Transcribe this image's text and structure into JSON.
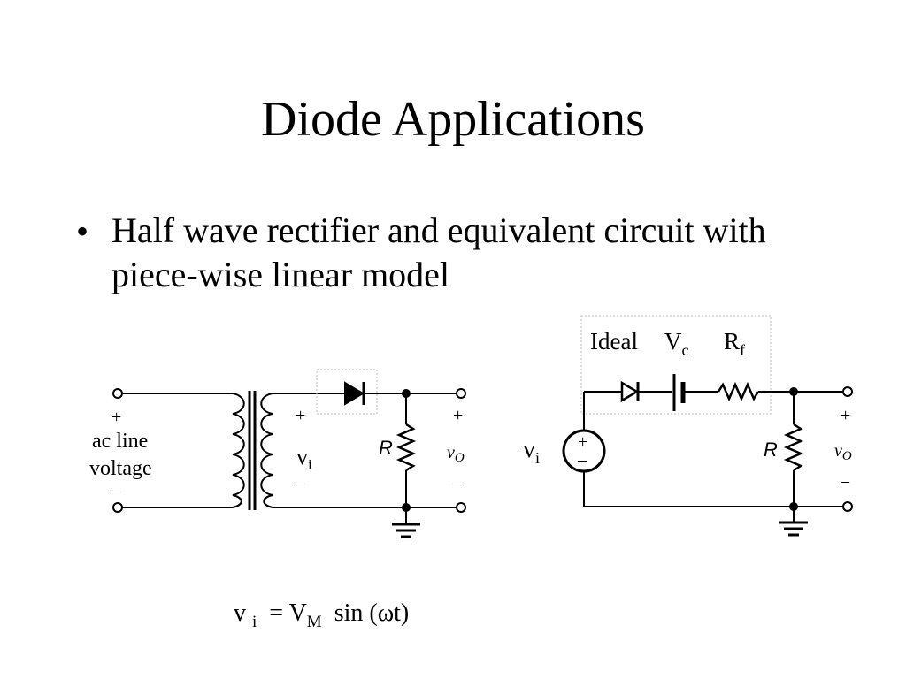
{
  "slide": {
    "title": "Diode Applications",
    "bullet": "Half wave rectifier and equivalent circuit with piece-wise linear model"
  },
  "left_circuit": {
    "plus_in": "+",
    "source_line1": "ac line",
    "source_line2": "voltage",
    "minus_in": "–",
    "vi_plus": "+",
    "vi_label": "v",
    "vi_sub": "i",
    "vi_minus": "–",
    "resistor_label": "R",
    "out_plus": "+",
    "out_label": "v",
    "out_sub": "O",
    "out_minus": "–"
  },
  "right_circuit": {
    "ideal_label": "Ideal",
    "vc_label": "V",
    "vc_sub": "c",
    "rf_label": "R",
    "rf_sub": "f",
    "vi_label": "v",
    "vi_sub": "i",
    "src_plus": "+",
    "src_minus": "–",
    "resistor_label": "R",
    "out_plus": "+",
    "out_label": "v",
    "out_sub": "O",
    "out_minus": "–"
  },
  "formula": {
    "lhs": "v",
    "lhs_sub": "i",
    "eq": "= V",
    "rhs_sub": "M",
    "rhs": "sin (ωt)"
  }
}
